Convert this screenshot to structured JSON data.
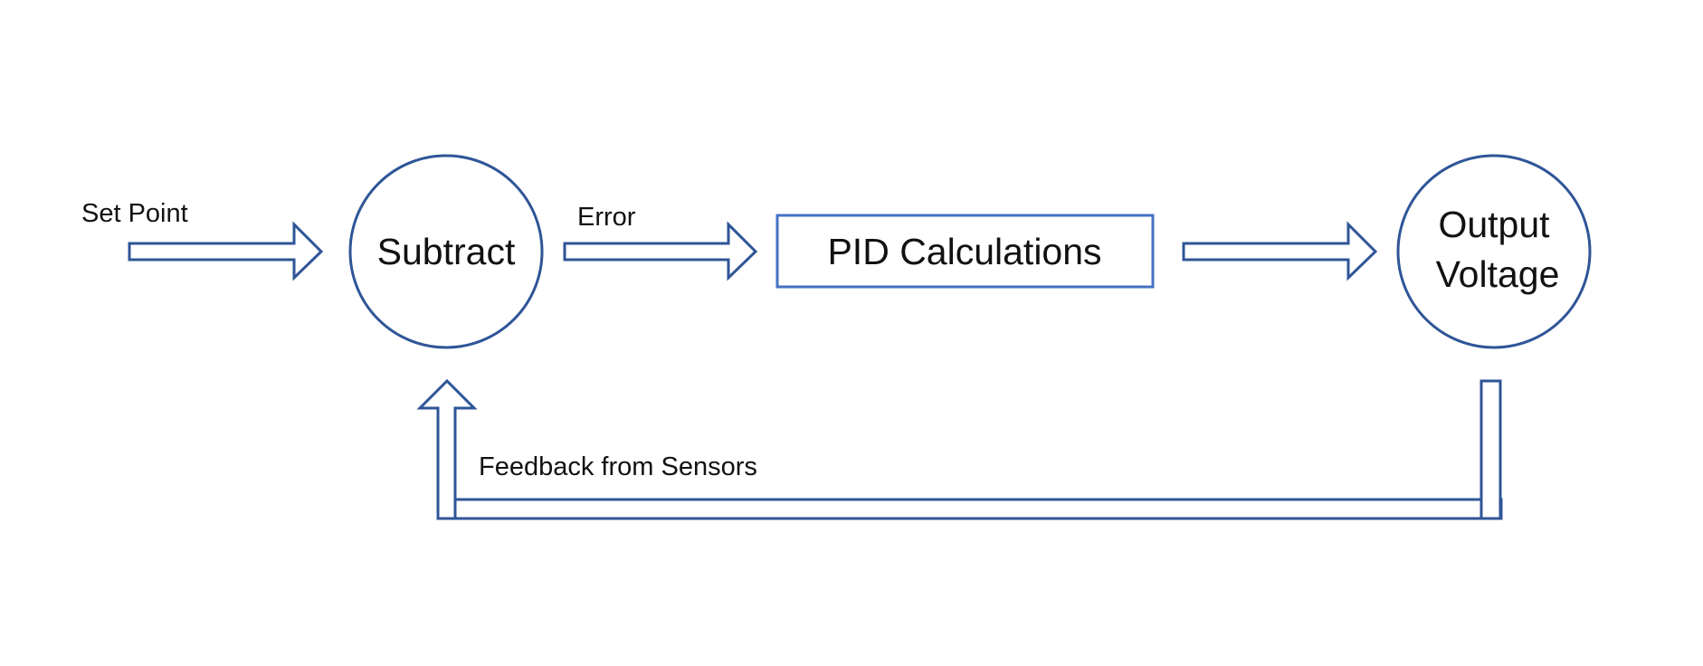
{
  "diagram": {
    "labels": {
      "set_point": "Set Point",
      "error": "Error",
      "feedback": "Feedback from Sensors"
    },
    "nodes": {
      "subtract": "Subtract",
      "pid": "PID Calculations",
      "output_line1": "Output",
      "output_line2": "Voltage"
    },
    "colors": {
      "outline": "#2f5597",
      "box_outline": "#4472c4",
      "text": "#111111",
      "background": "#ffffff"
    }
  }
}
